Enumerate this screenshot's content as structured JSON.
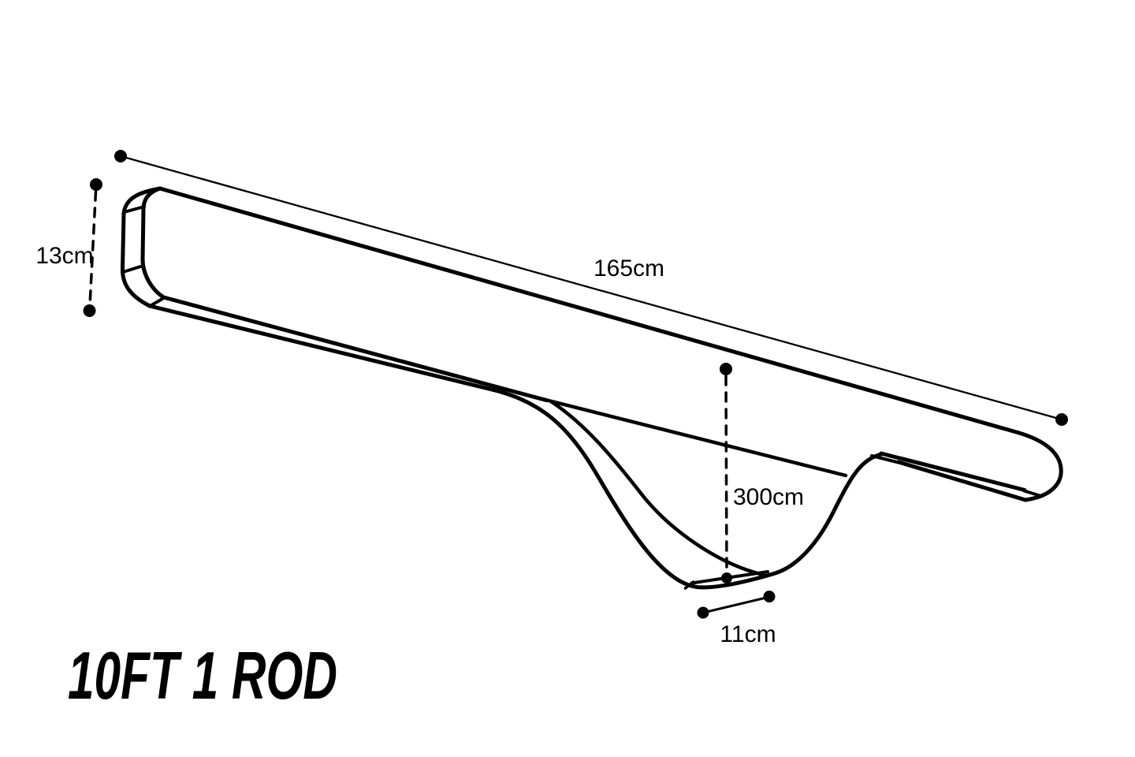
{
  "colors": {
    "background": "#ffffff",
    "line": "#000000",
    "text": "#000000"
  },
  "product": {
    "title": "10FT 1 ROD"
  },
  "dimensions": {
    "length": "165cm",
    "end_height": "13cm",
    "dip_depth": "300cm",
    "base_width": "11cm"
  }
}
